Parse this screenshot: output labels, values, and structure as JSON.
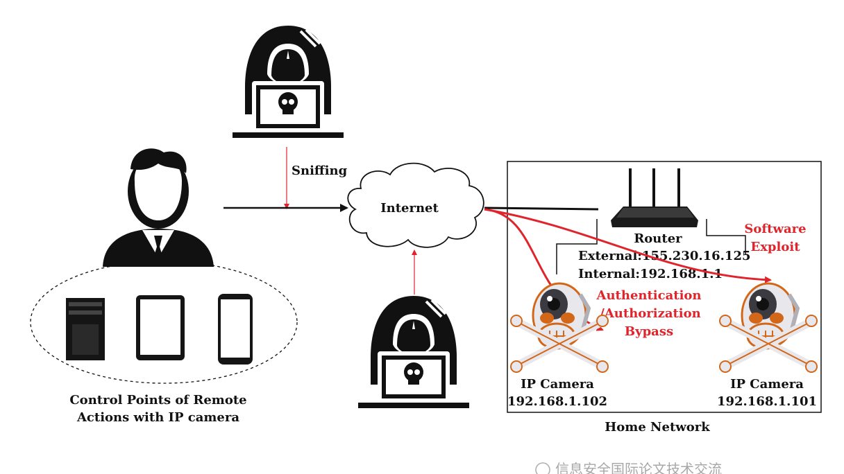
{
  "labels": {
    "sniffing": "Sniffing",
    "internet": "Internet",
    "router": "Router",
    "router_external": "External:155.230.16.125",
    "router_internal": "Internal:192.168.1.1",
    "software_exploit_1": "Software",
    "software_exploit_2": "Exploit",
    "auth_bypass_1": "Authentication",
    "auth_bypass_2": "/Authorization",
    "auth_bypass_3": "Bypass",
    "camera_left_name": "IP Camera",
    "camera_left_ip": "192.168.1.102",
    "camera_right_name": "IP Camera",
    "camera_right_ip": "192.168.1.101",
    "control_points_1": "Control Points of Remote",
    "control_points_2": "Actions with IP camera",
    "home_network": "Home Network",
    "watermark": "信息安全国际论文技术交流"
  },
  "icons": {
    "top_hacker": "hooded-hacker-laptop-icon",
    "bottom_hacker": "hooded-hacker-laptop-icon",
    "user": "businessman-user-icon",
    "desktop": "desktop-tower-icon",
    "tablet": "tablet-icon",
    "phone": "smartphone-icon",
    "cloud": "cloud-icon",
    "router": "router-icon",
    "camera_skull": "ip-camera-skull-icon"
  },
  "colors": {
    "attack": "#e0242b",
    "line": "#111111",
    "skull_orange": "#d2671a"
  }
}
